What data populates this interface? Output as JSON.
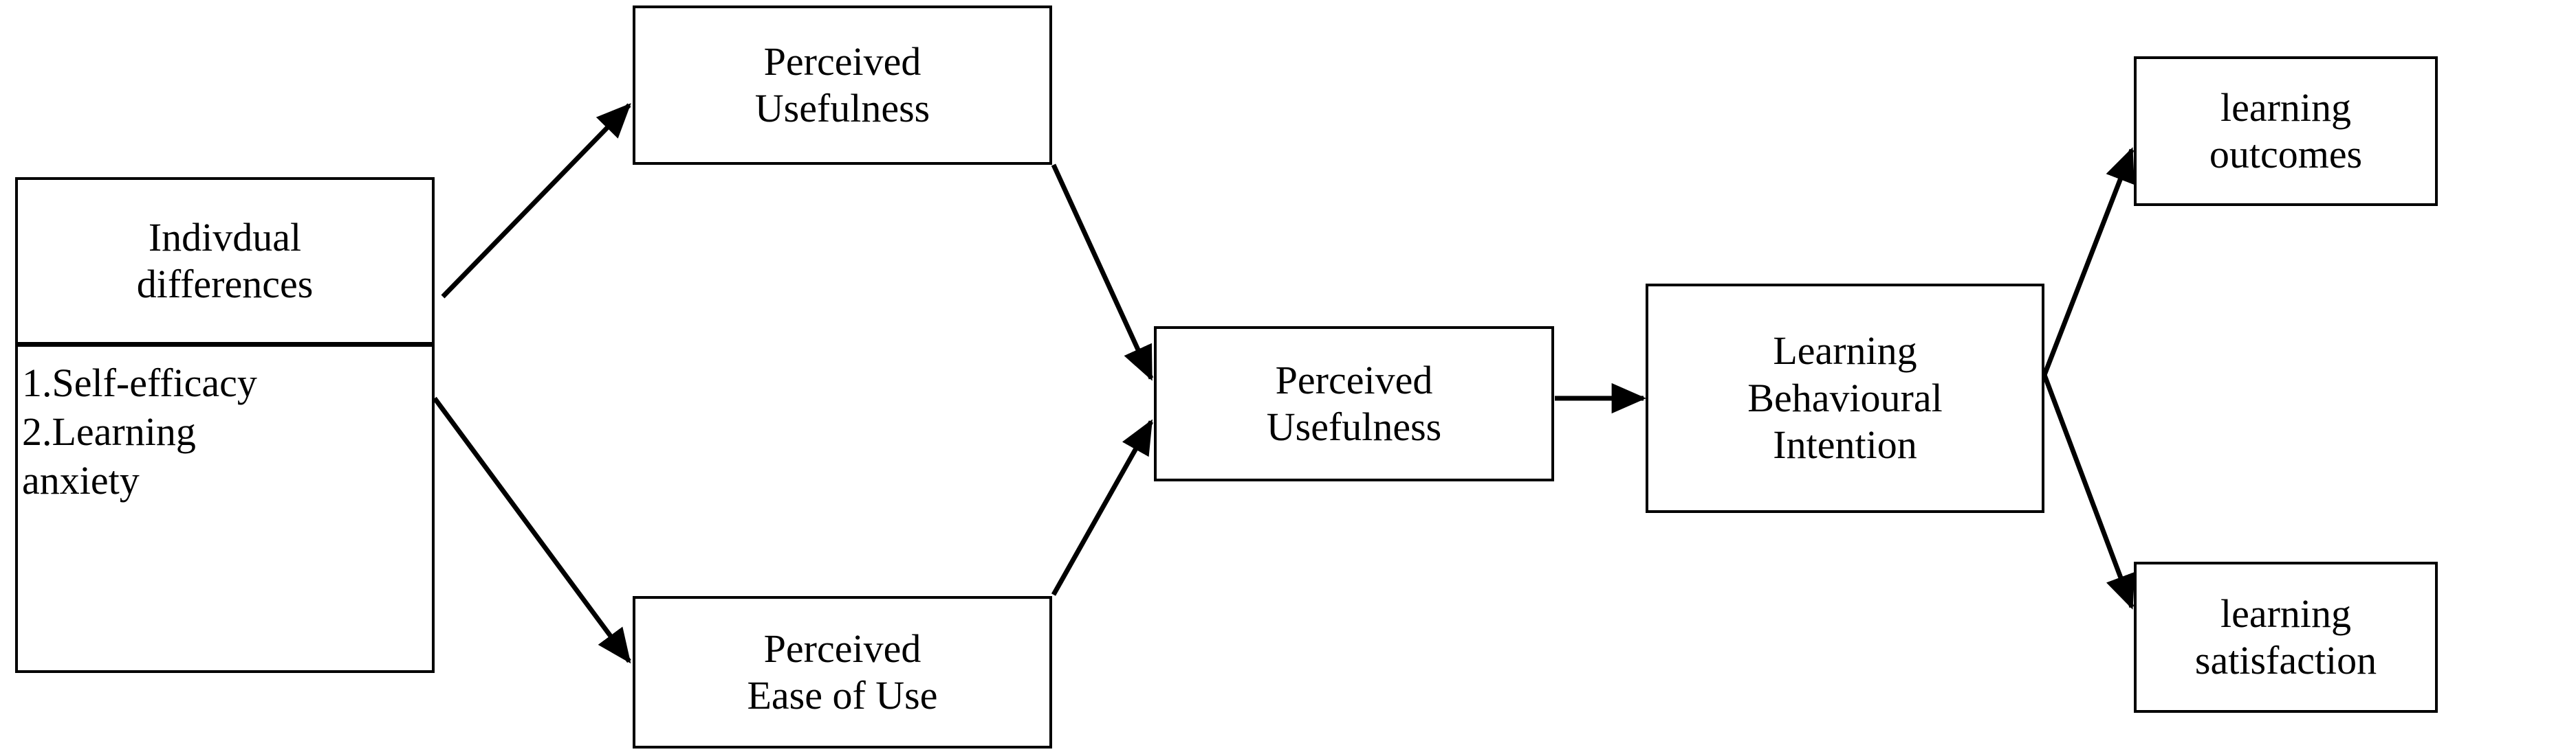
{
  "diagram": {
    "type": "flowchart",
    "title": "",
    "background_color": "#ffffff",
    "line_color": "#000000",
    "nodes": [
      {
        "id": "individual-differences",
        "header_lines": [
          "Indivdual",
          "differences"
        ],
        "body_lines": [
          "1.Self-efficacy",
          "2.Learning",
          "anxiety"
        ],
        "has_divider": true
      },
      {
        "id": "perceived-usefulness-top",
        "lines": [
          "Perceived",
          "Usefulness"
        ]
      },
      {
        "id": "perceived-ease-of-use",
        "lines": [
          "Perceived",
          "Ease of Use"
        ]
      },
      {
        "id": "perceived-usefulness-center",
        "lines": [
          "Perceived",
          "Usefulness"
        ]
      },
      {
        "id": "learning-behavioural-intention",
        "lines": [
          "Learning",
          "Behavioural",
          "Intention"
        ]
      },
      {
        "id": "learning-outcomes",
        "lines": [
          "learning",
          "outcomes"
        ]
      },
      {
        "id": "learning-satisfaction",
        "lines": [
          "learning",
          "satisfaction"
        ]
      }
    ],
    "edges": [
      {
        "from": "individual-differences",
        "to": "perceived-usefulness-top",
        "style": "solid",
        "arrowhead": "filled-triangle"
      },
      {
        "from": "individual-differences",
        "to": "perceived-ease-of-use",
        "style": "solid",
        "arrowhead": "filled-triangle"
      },
      {
        "from": "perceived-usefulness-top",
        "to": "perceived-usefulness-center",
        "style": "solid",
        "arrowhead": "filled-triangle"
      },
      {
        "from": "perceived-ease-of-use",
        "to": "perceived-usefulness-center",
        "style": "solid",
        "arrowhead": "filled-triangle"
      },
      {
        "from": "perceived-usefulness-center",
        "to": "learning-behavioural-intention",
        "style": "solid",
        "arrowhead": "filled-triangle"
      },
      {
        "from": "learning-behavioural-intention",
        "to": "learning-outcomes",
        "style": "solid",
        "arrowhead": "filled-triangle"
      },
      {
        "from": "learning-behavioural-intention",
        "to": "learning-satisfaction",
        "style": "solid",
        "arrowhead": "filled-triangle"
      }
    ]
  },
  "nodes": {
    "individual_differences": {
      "header_line_1": "Indivdual",
      "header_line_2": "differences",
      "item_1": "1.Self-efficacy",
      "item_2": "2.Learning",
      "item_3": "anxiety"
    },
    "perceived_usefulness_top": {
      "line_1": "Perceived",
      "line_2": "Usefulness"
    },
    "perceived_ease_of_use": {
      "line_1": "Perceived",
      "line_2": "Ease of Use"
    },
    "perceived_usefulness_center": {
      "line_1": "Perceived",
      "line_2": "Usefulness"
    },
    "learning_behavioural_intention": {
      "line_1": "Learning",
      "line_2": "Behavioural",
      "line_3": "Intention"
    },
    "learning_outcomes": {
      "line_1": "learning",
      "line_2": "outcomes"
    },
    "learning_satisfaction": {
      "line_1": "learning",
      "line_2": "satisfaction"
    }
  }
}
